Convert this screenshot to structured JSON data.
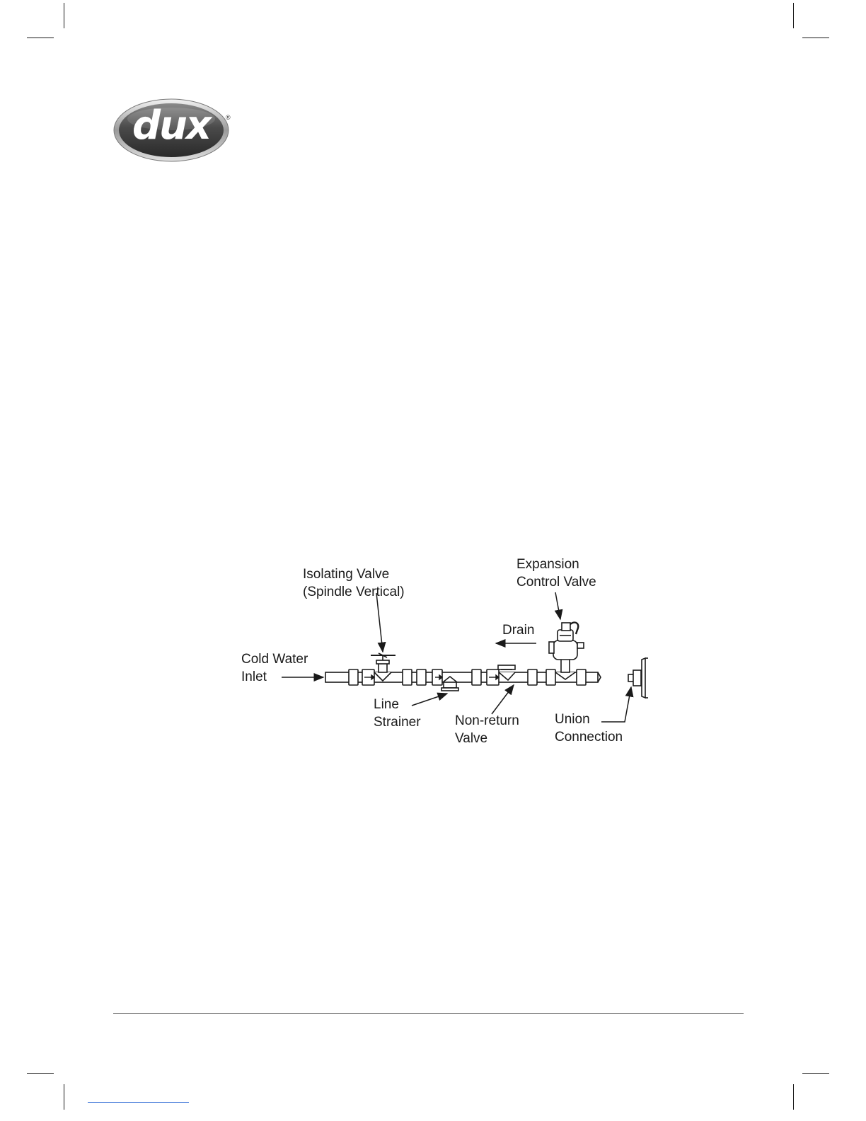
{
  "brand": {
    "logo_text": "dux",
    "registered_mark": "®"
  },
  "diagram": {
    "labels": {
      "isolating_valve_line1": "Isolating Valve",
      "isolating_valve_line2": "(Spindle Vertical)",
      "expansion_valve_line1": "Expansion",
      "expansion_valve_line2": "Control Valve",
      "drain": "Drain",
      "cold_water_line1": "Cold Water",
      "cold_water_line2": "Inlet",
      "line_strainer_line1": "Line",
      "line_strainer_line2": "Strainer",
      "non_return_line1": "Non-return",
      "non_return_line2": "Valve",
      "union_line1": "Union",
      "union_line2": "Connection"
    }
  }
}
